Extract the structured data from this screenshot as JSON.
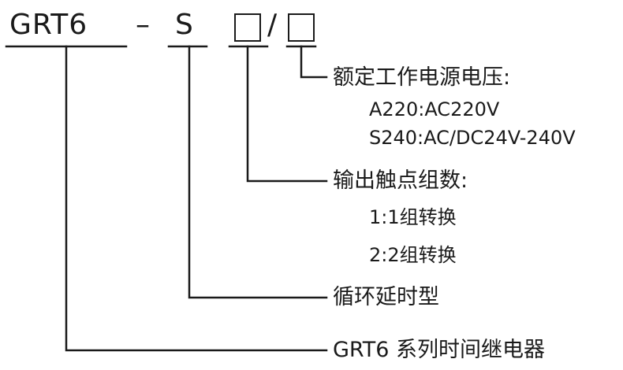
{
  "model_code": {
    "prefix": "GRT6",
    "dash": "–",
    "series_letter": "S",
    "slash": "/"
  },
  "fields": {
    "voltage": {
      "heading": "额定工作电源电压:",
      "options": [
        "A220:AC220V",
        "S240:AC/DC24V-240V"
      ]
    },
    "contacts": {
      "heading": "输出触点组数:",
      "options": [
        "1:1组转换",
        "2:2组转换"
      ]
    },
    "function": {
      "heading": "循环延时型"
    },
    "product": {
      "heading": "GRT6 系列时间继电器"
    }
  },
  "colors": {
    "ink": "#1a1a1a",
    "background": "#ffffff"
  }
}
